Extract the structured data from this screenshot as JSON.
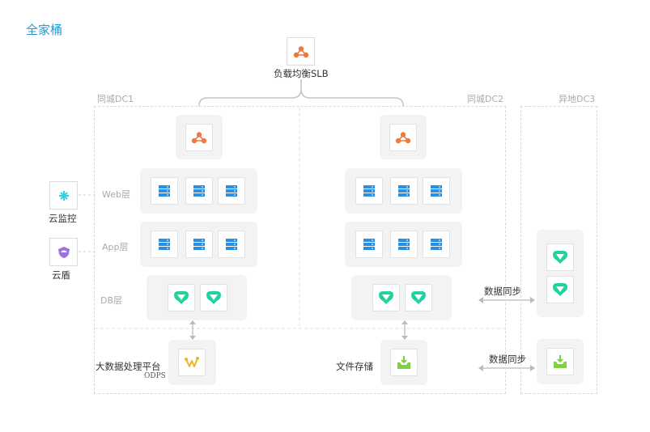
{
  "page": {
    "title": "全家桶"
  },
  "slb": {
    "label": "负载均衡SLB",
    "icon": "load-balancer-icon"
  },
  "zones": {
    "dc1": "同城DC1",
    "dc2": "同城DC2",
    "dc3": "异地DC3"
  },
  "layers": {
    "web": "Web层",
    "app": "App层",
    "db": "DB层"
  },
  "side": {
    "monitor": "云监控",
    "shield": "云盾"
  },
  "bottom": {
    "bigdata": "大数据处理平台",
    "bigdata_sub": "ODPS",
    "storage": "文件存储",
    "sync_db": "数据同步",
    "sync_file": "数据同步"
  },
  "icons": {
    "slb": "load-balancer-icon",
    "server": "server-icon",
    "database": "database-icon",
    "monitor": "monitor-icon",
    "shield": "shield-icon",
    "bigdata": "bigdata-icon",
    "storage": "storage-icon"
  },
  "colors": {
    "title": "#1e9bd7",
    "slb": "#f07a3b",
    "server": "#2a8fe0",
    "database": "#1fd3a0",
    "monitor": "#34cfe3",
    "shield": "#9d72e0",
    "bigdata": "#f1b425",
    "storage": "#7ed143"
  }
}
